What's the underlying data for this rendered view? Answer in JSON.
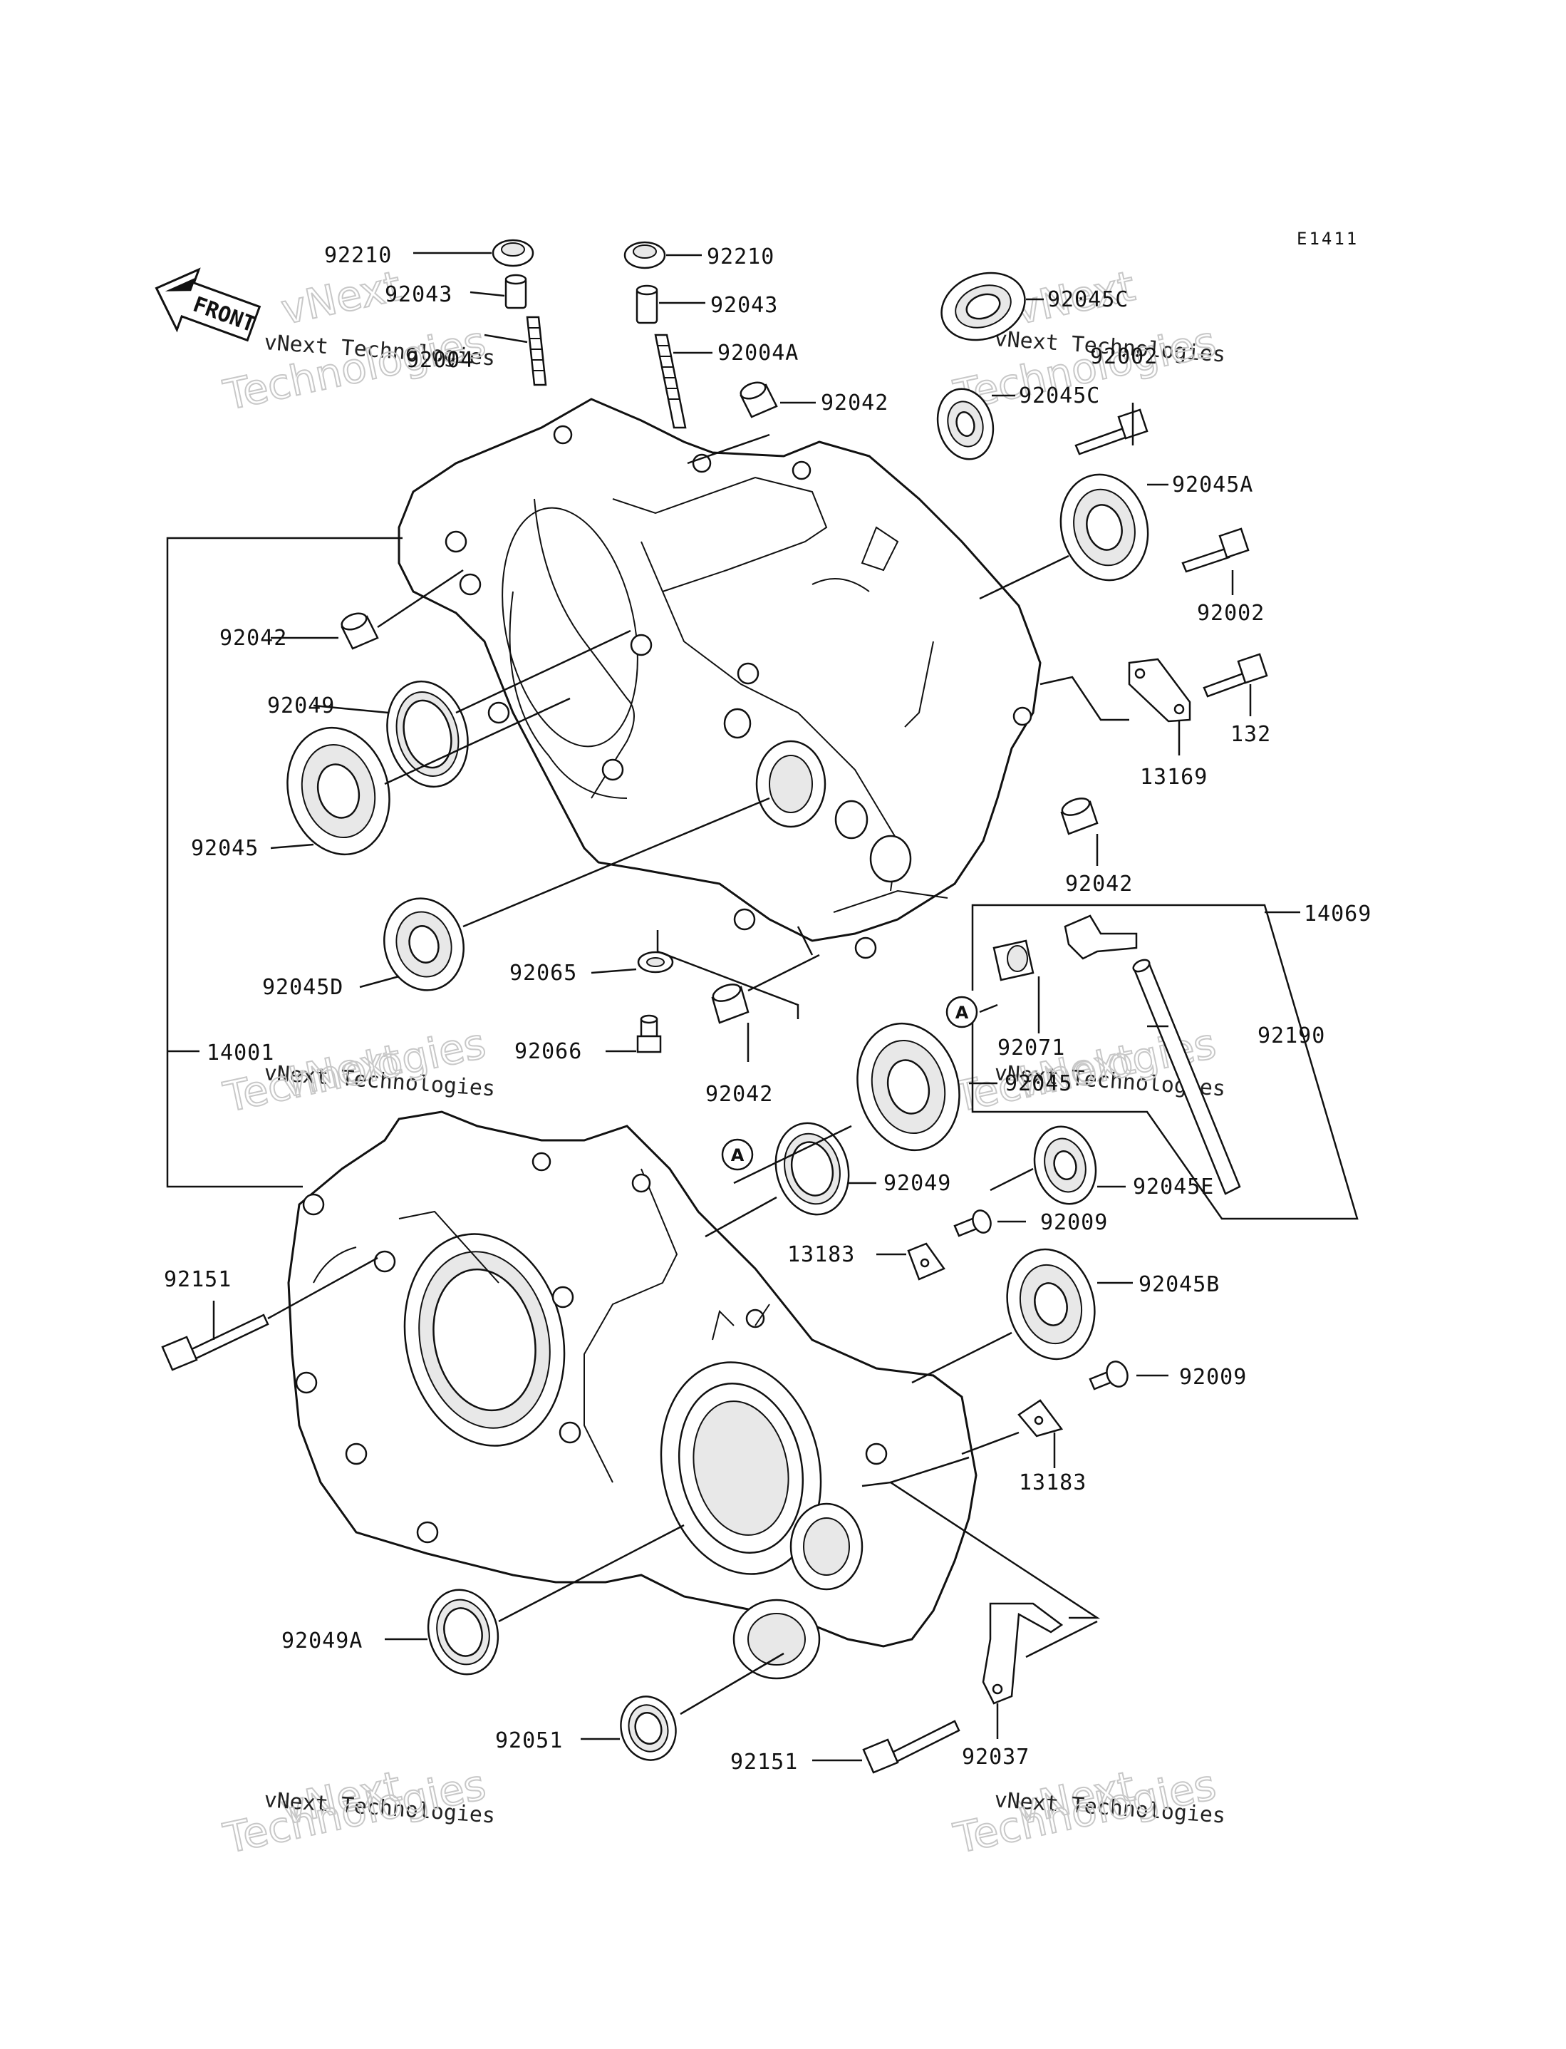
{
  "diagram_code": "E1411",
  "front_label": "FRONT",
  "watermark": {
    "line1": "vNext",
    "line2": "vNext Technologies",
    "line3": "Technologies"
  },
  "labels": {
    "p92210_l": "92210",
    "p92210_r": "92210",
    "p92043_l": "92043",
    "p92043_r": "92043",
    "p92004": "92004",
    "p92004A": "92004A",
    "p92042_top": "92042",
    "p92045C_1": "92045C",
    "p92045C_2": "92045C",
    "p92002_top": "92002",
    "p92045A": "92045A",
    "p92002": "92002",
    "p132": "132",
    "p13169": "13169",
    "p92042_left": "92042",
    "p92049_top": "92049",
    "p92045_left": "92045",
    "p92042_right": "92042",
    "p14069": "14069",
    "p92045D": "92045D",
    "p92065": "92065",
    "p92066": "92066",
    "p92071": "92071",
    "p92190": "92190",
    "p14001": "14001",
    "p92042_mid": "92042",
    "p92045_mid": "92045",
    "p92049_mid": "92049",
    "p92045E": "92045E",
    "p13183_top": "13183",
    "p92009_top": "92009",
    "p92151_left": "92151",
    "p92045B": "92045B",
    "p92009_bot": "92009",
    "p13183_bot": "13183",
    "p92049A": "92049A",
    "p92051": "92051",
    "p92151_bot": "92151",
    "p92037": "92037",
    "ref_A_1": "A",
    "ref_A_2": "A"
  }
}
